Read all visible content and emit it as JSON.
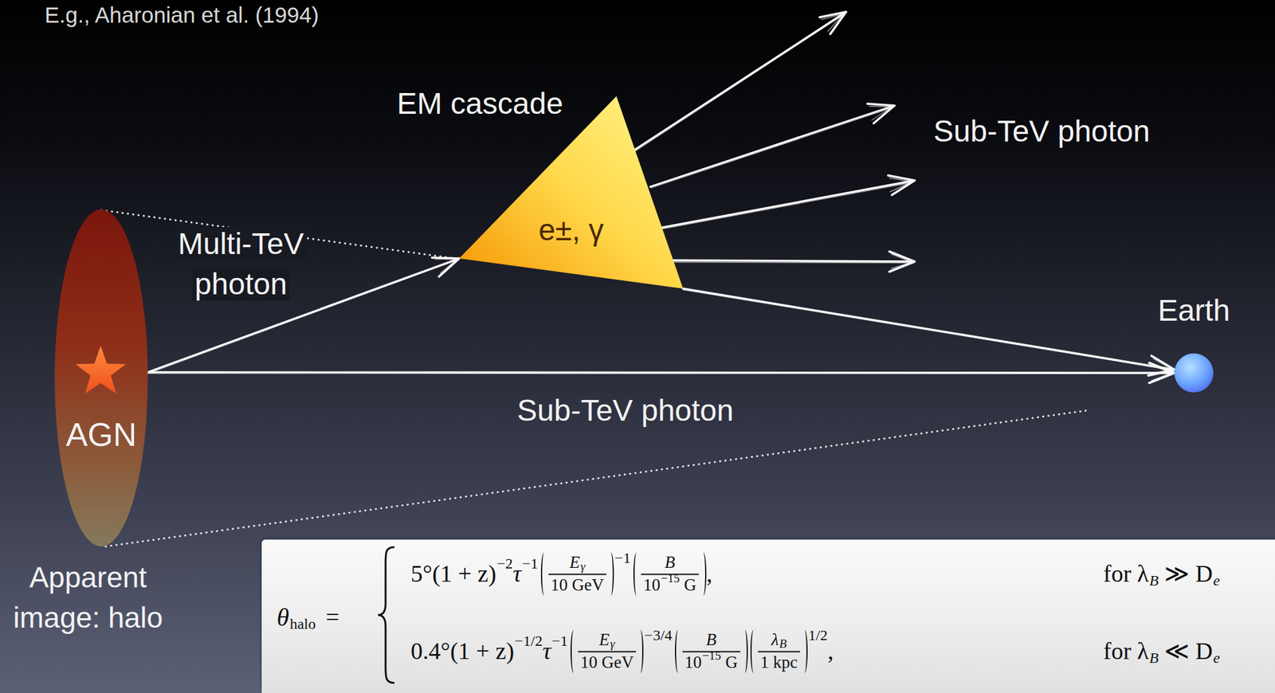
{
  "diagram": {
    "nodes": [
      {
        "text": [
          "AGN",
          "Apparent image: halo"
        ]
      },
      {
        "text": [
          "EM cascade",
          "e±, γ"
        ]
      },
      {
        "text": [
          "Earth"
        ]
      },
      {
        "text": [
          "θ",
          "halo",
          "=",
          "5°(1 + z)",
          "−2",
          "τ",
          "−1",
          "E",
          "γ",
          "10 GeV",
          "−1",
          "B",
          "10",
          "−15",
          "G",
          ",",
          "for λ",
          "B",
          "≫ D",
          "e",
          "0.4°(1 + z)",
          "−1/2",
          "τ",
          "−1",
          "E",
          "γ",
          "10 GeV",
          "−3/4",
          "B",
          "10",
          "−15",
          "G",
          "λ",
          "B",
          "1 kpc",
          "1/2",
          ",",
          "for λ",
          "B",
          "≪ D",
          "e"
        ]
      }
    ],
    "edges": [
      {
        "from": 0,
        "to": 1,
        "arrow": "to",
        "label": "Multi-TeV photon"
      },
      {
        "from": 1,
        "to": 2,
        "arrow": "to"
      },
      {
        "from": 0,
        "to": 2,
        "arrow": "to",
        "label": "Sub-TeV photon"
      }
    ],
    "labels": [
      "E.g., Aharonian et al. (1994)",
      "Sub-TeV photon"
    ]
  }
}
